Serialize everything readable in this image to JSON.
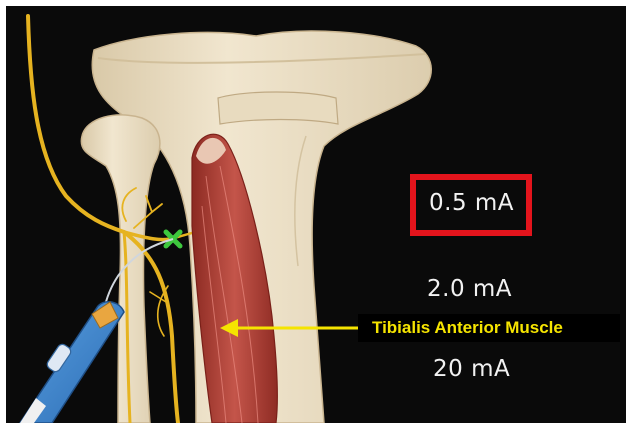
{
  "stimulation_currents": {
    "highlighted": "0.5 mA",
    "middle": "2.0 mA",
    "bottom": "20 mA"
  },
  "muscle_label": "Tibialis Anterior Muscle",
  "colors": {
    "background": "#0a0a0a",
    "bone": "#efe2c8",
    "nerve": "#e6b320",
    "muscle": "#b3443a",
    "highlight_box": "#e3141c",
    "label_text": "#f5e400",
    "stimulation_point": "#3ec83e"
  },
  "icons": {
    "stimulation_point": "green-x-icon",
    "needle": "stimulating-needle-icon"
  }
}
